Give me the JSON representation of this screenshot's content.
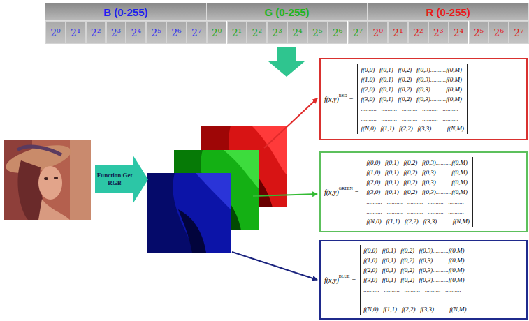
{
  "diagram": {
    "nodes": [
      {
        "text": [
          "B (0-255)"
        ]
      },
      {
        "text": [
          "G (0-255)"
        ]
      },
      {
        "text": [
          "R (0-255)"
        ]
      },
      {
        "text": [
          "Function Get RGB"
        ]
      },
      {
        "text": [
          "f(x,y)",
          "RED",
          "=",
          "f(0,0)   f(0,1)   f(0,2)   f(0,3)..........f(0,M)",
          "f(1,0)   f(0,1)   f(0,2)   f(0,3)..........f(0,M)",
          "f(2,0)   f(0,1)   f(0,2)   f(0,3)..........f(0,M)",
          "f(3,0)   f(0,1)   f(0,2)   f(0,3)..........f(0,M)",
          "..........   ..........   ..........   ..........   ..........",
          "..........   ..........   ..........   ..........   ..........",
          "f(N,0)   f(1,1)   f(2,2)   f(3,3)..........f(N,M)"
        ]
      },
      {
        "text": [
          "f(x,y)",
          "GREEN",
          "=",
          "f(0,0)   f(0,1)   f(0,2)   f(0,3)..........f(0,M)",
          "f(1,0)   f(0,1)   f(0,2)   f(0,3)..........f(0,M)",
          "f(2,0)   f(0,1)   f(0,2)   f(0,3)..........f(0,M)",
          "f(3,0)   f(0,1)   f(0,2)   f(0,3)..........f(0,M)",
          "..........   ..........   ..........   ..........   ..........",
          "..........   ..........   ..........   ..........   ..........",
          "f(N,0)   f(1,1)   f(2,2)   f(3,3)..........f(N,M)"
        ]
      },
      {
        "text": [
          "f(x,y)",
          "BLUE",
          "=",
          "f(0,0)   f(0,1)   f(0,2)   f(0,3)..........f(0,M)",
          "f(1,0)   f(0,1)   f(0,2)   f(0,3)..........f(0,M)",
          "f(2,0)   f(0,1)   f(0,2)   f(0,3)..........f(0,M)",
          "f(3,0)   f(0,1)   f(0,2)   f(0,3)..........f(0,M)",
          "..........   ..........   ..........   ..........   ..........",
          "..........   ..........   ..........   ..........   ..........",
          "f(N,0)   f(1,1)   f(2,2)   f(3,3)..........f(N,M)"
        ]
      }
    ],
    "labels": [
      "2⁰",
      "2¹",
      "2²",
      "2³",
      "2⁴",
      "2⁵",
      "2⁶",
      "2⁷",
      "2⁰",
      "2¹",
      "2²",
      "2³",
      "2⁴",
      "2⁵",
      "2⁶",
      "2⁷",
      "2⁰",
      "2¹",
      "2²",
      "2³",
      "2⁴",
      "2⁵",
      "2⁶",
      "2⁷"
    ]
  }
}
